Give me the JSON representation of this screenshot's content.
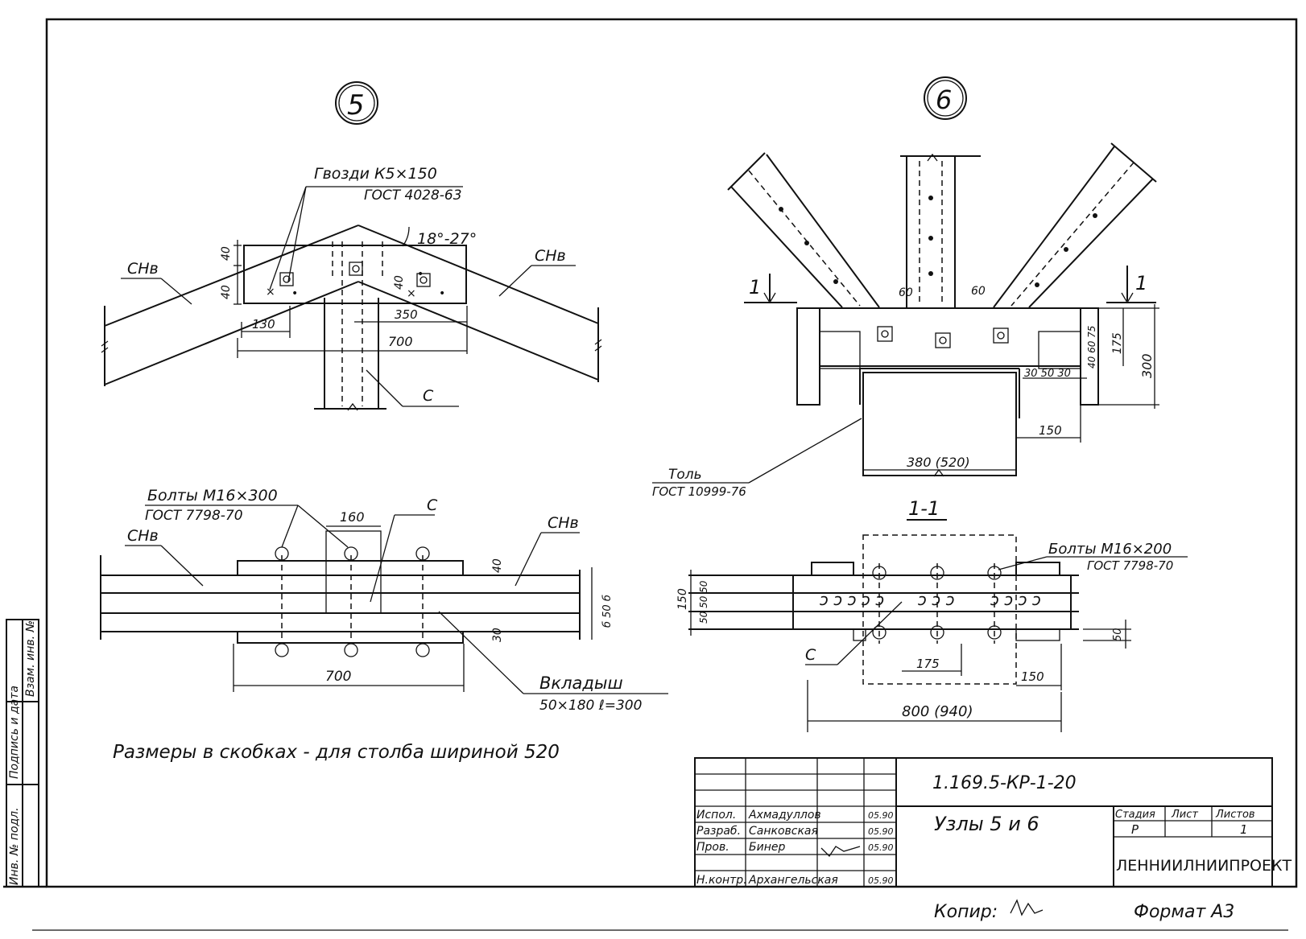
{
  "node5": {
    "marker": "5",
    "nails_line1": "Гвозди К5×150",
    "nails_line2": "ГОСТ 4028-63",
    "angle": "18°-27°",
    "member_left": "СНв",
    "member_right": "СНв",
    "member_c": "С",
    "dim_40_top": "40",
    "dim_40_bottom": "40",
    "dim_40_right": "40",
    "dim_130": "130",
    "dim_350": "350",
    "dim_700": "700"
  },
  "node6": {
    "marker": "6",
    "section_mark_left": "1",
    "section_mark_right": "1",
    "dim_60_left": "60",
    "dim_60_right": "60",
    "dim_40_60_75": "40 60 75",
    "dim_175": "175",
    "dim_300": "300",
    "dim_30_50_30": "30 50 30",
    "dim_150": "150",
    "dim_380": "380 (520)",
    "tol_line1": "Толь",
    "tol_line2": "ГОСТ 10999-76"
  },
  "plan5": {
    "bolts_line1": "Болты М16×300",
    "bolts_line2": "ГОСТ 7798-70",
    "dim_160": "160",
    "member_c": "С",
    "member_left": "СНв",
    "member_right": "СНв",
    "dim_40_right": "40",
    "dim_30_left": "30",
    "dims_stack": "б 50 б",
    "dim_700": "700",
    "insert_line1": "Вкладыш",
    "insert_line2": "50×180  ℓ=300"
  },
  "section11": {
    "title": "1-1",
    "bolts_line1": "Болты М16×200",
    "bolts_line2": "ГОСТ 7798-70",
    "dim_150_left": "150",
    "dims_stack": "50 50 50",
    "member_c": "С",
    "dim_175": "175",
    "dim_150_right": "150",
    "dim_50": "50",
    "dim_800": "800 (940)"
  },
  "note": "Размеры в скобках - для столба шириной 520",
  "title_block": {
    "doc_code": "1.169.5-КР-1-20",
    "title": "Узлы 5 и 6",
    "rows": [
      {
        "role": "Испол.",
        "name": "Ахмадуллов",
        "date": "05.90"
      },
      {
        "role": "Разраб.",
        "name": "Санковская",
        "date": "05.90"
      },
      {
        "role": "Пров.",
        "name": "Бинер",
        "date": "05.90"
      },
      {
        "role": "",
        "name": "",
        "date": ""
      },
      {
        "role": "Н.контр.",
        "name": "Архангельская",
        "date": "05.90"
      }
    ],
    "stage_label": "Стадия",
    "sheet_label": "Лист",
    "sheets_label": "Листов",
    "stage_value": "Р",
    "sheets_value": "1",
    "organization": "ЛЕННИИЛНИИПРОЕКТ"
  },
  "side_stamp": {
    "col1": "Инв. № подл.",
    "col2": "Подпись и дата",
    "col3": "Взам. инв. №"
  },
  "footer": {
    "copy_label": "Копир:",
    "format_label": "Формат А3"
  }
}
